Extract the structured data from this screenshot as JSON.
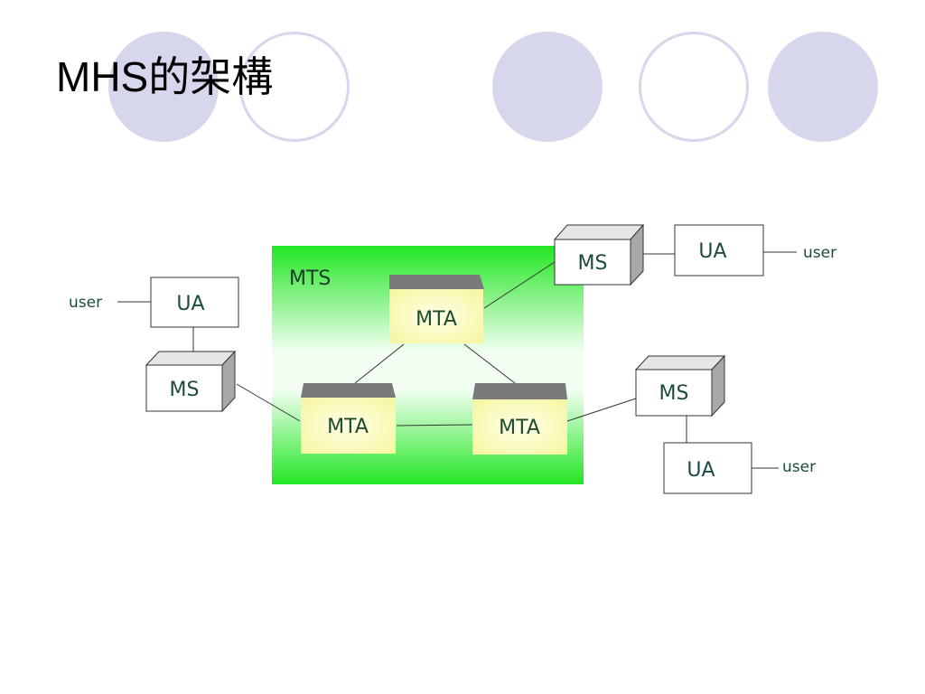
{
  "slide": {
    "title_latin": "MHS",
    "title_cjk": "的架構"
  },
  "diagram": {
    "mts_label": "MTS",
    "mta_label": "MTA",
    "ms_label": "MS",
    "ua_label": "UA",
    "user_label": "user"
  },
  "colors": {
    "circle_fill": "#d6d6ec",
    "mts_green": "#22e622",
    "mta_fill": "#fdfdb8",
    "mta_top": "#7a7a7a",
    "box_side": "#a8a8a8",
    "label_text": "#1c5a3a"
  }
}
